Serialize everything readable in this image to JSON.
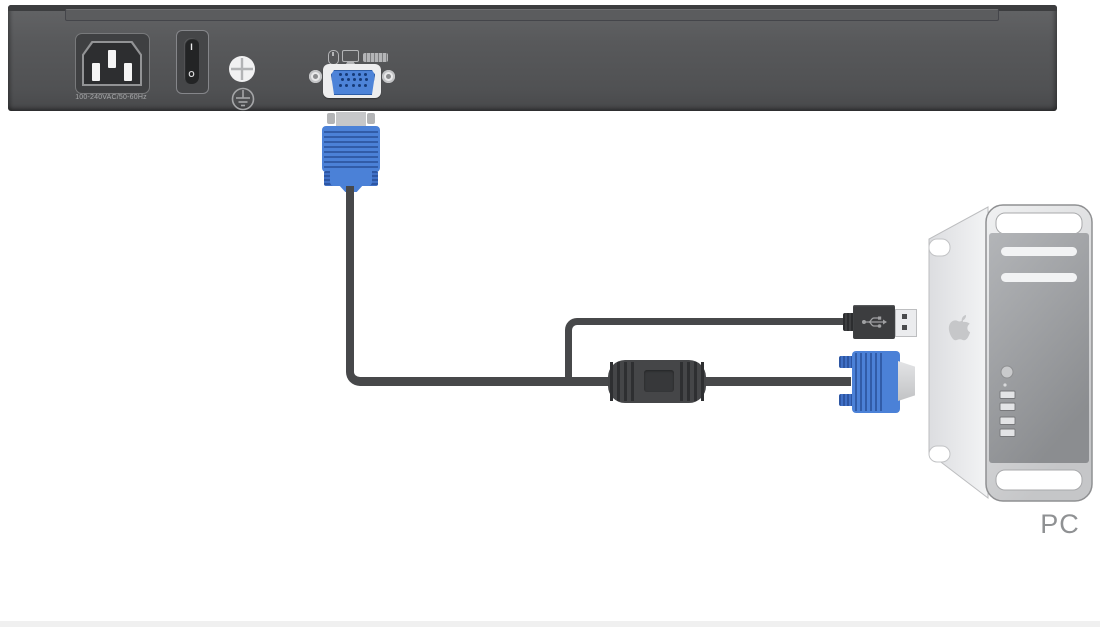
{
  "diagram": {
    "kvm_rear_panel": {
      "power_inlet_label": "100-240VAC/50-60Hz",
      "switch_on_mark": "I",
      "switch_off_mark": "O",
      "console_icons": [
        "mouse-icon",
        "monitor-icon",
        "keyboard-icon"
      ],
      "ground_icons": [
        "grounding-screw-icon",
        "earth-ground-icon"
      ]
    },
    "cable_icons": [
      "vga-connector-icon",
      "usb-a-connector-icon",
      "ferrite-junction"
    ],
    "pc": {
      "label": "PC",
      "icons": [
        "apple-logo-icon",
        "power-button",
        "optical-drive-slots",
        "front-ports"
      ]
    },
    "colors": {
      "panel_gray": "#57585a",
      "connector_blue": "#4b81d7",
      "cable_gray": "#47484a",
      "vga_shell_white": "#ededee",
      "pc_body": "#d9dadc",
      "background": "#ffffff"
    }
  }
}
